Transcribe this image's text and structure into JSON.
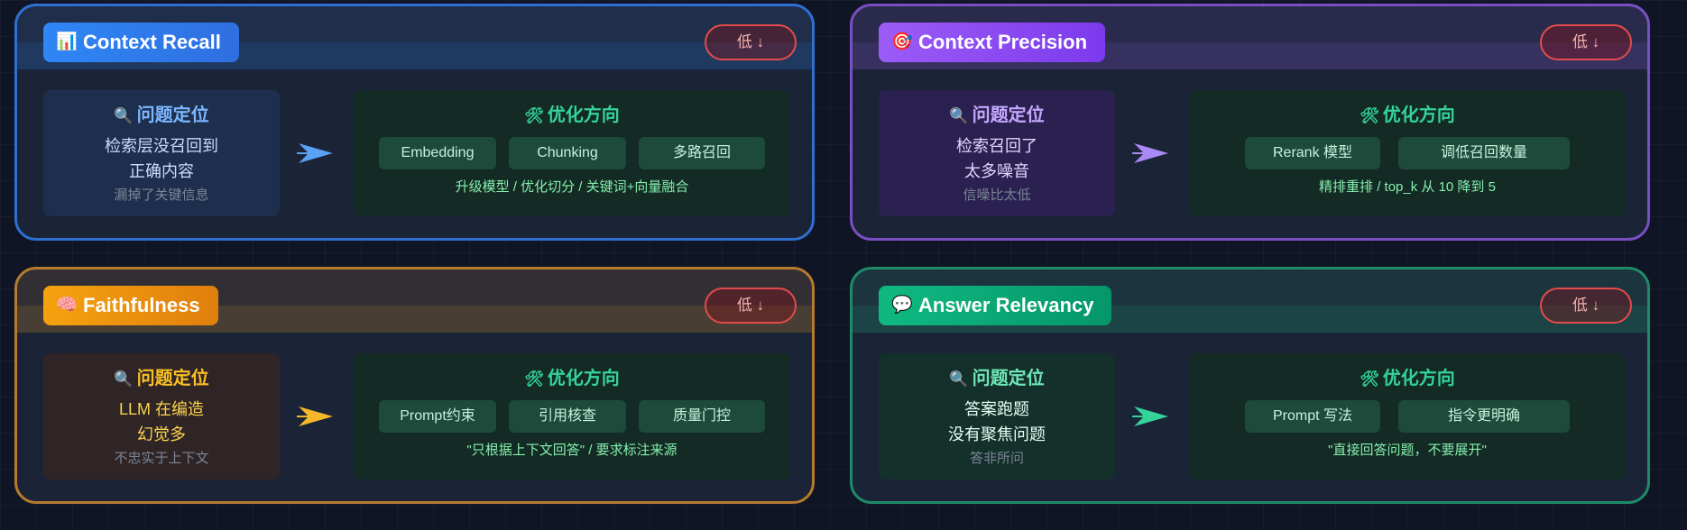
{
  "cards": [
    {
      "title": "Context Recall",
      "title_icon": "📊",
      "level": "低 ↓",
      "diagnosis": {
        "heading": "问题定位",
        "lines": [
          "检索层没召回到",
          "正确内容"
        ],
        "sub": "漏掉了关键信息"
      },
      "optimization": {
        "heading": "优化方向",
        "tags": [
          "Embedding",
          "Chunking",
          "多路召回"
        ],
        "note": "升级模型 / 优化切分 / 关键词+向量融合"
      },
      "colors": {
        "accent": "#2f6fd0",
        "pill": "#2f7af0",
        "arrow": "#5aa0f5",
        "head": "#7cb6ff",
        "diag_text": "#c7dcff"
      }
    },
    {
      "title": "Context Precision",
      "title_icon": "🎯",
      "level": "低 ↓",
      "diagnosis": {
        "heading": "问题定位",
        "lines": [
          "检索召回了",
          "太多噪音"
        ],
        "sub": "信噪比太低"
      },
      "optimization": {
        "heading": "优化方向",
        "tags": [
          "Rerank 模型",
          "调低召回数量"
        ],
        "note": "精排重排 / top_k 从 10 降到 5"
      },
      "colors": {
        "accent": "#7a4fc2",
        "pill": "#8b4ff0",
        "arrow": "#a98af5",
        "head": "#c5a8ff",
        "diag_text": "#e1d6ff"
      }
    },
    {
      "title": "Faithfulness",
      "title_icon": "🧠",
      "level": "低 ↓",
      "diagnosis": {
        "heading": "问题定位",
        "lines": [
          "LLM 在编造",
          "幻觉多"
        ],
        "sub": "不忠实于上下文"
      },
      "optimization": {
        "heading": "优化方向",
        "tags": [
          "Prompt约束",
          "引用核查",
          "质量门控"
        ],
        "note": "\"只根据上下文回答\" / 要求标注来源"
      },
      "colors": {
        "accent": "#b57a2e",
        "pill": "#ef9a0f",
        "arrow": "#f5b82a",
        "head": "#fbbf24",
        "diag_text": "#fcd34d"
      }
    },
    {
      "title": "Answer Relevancy",
      "title_icon": "💬",
      "level": "低 ↓",
      "diagnosis": {
        "heading": "问题定位",
        "lines": [
          "答案跑题",
          "没有聚焦问题"
        ],
        "sub": "答非所问"
      },
      "optimization": {
        "heading": "优化方向",
        "tags": [
          "Prompt 写法",
          "指令更明确"
        ],
        "note": "\"直接回答问题，不要展开\""
      },
      "colors": {
        "accent": "#1f8a6a",
        "pill": "#10b981",
        "arrow": "#34d399",
        "head": "#6ee7b7",
        "diag_text": "#e6fff4"
      }
    }
  ]
}
